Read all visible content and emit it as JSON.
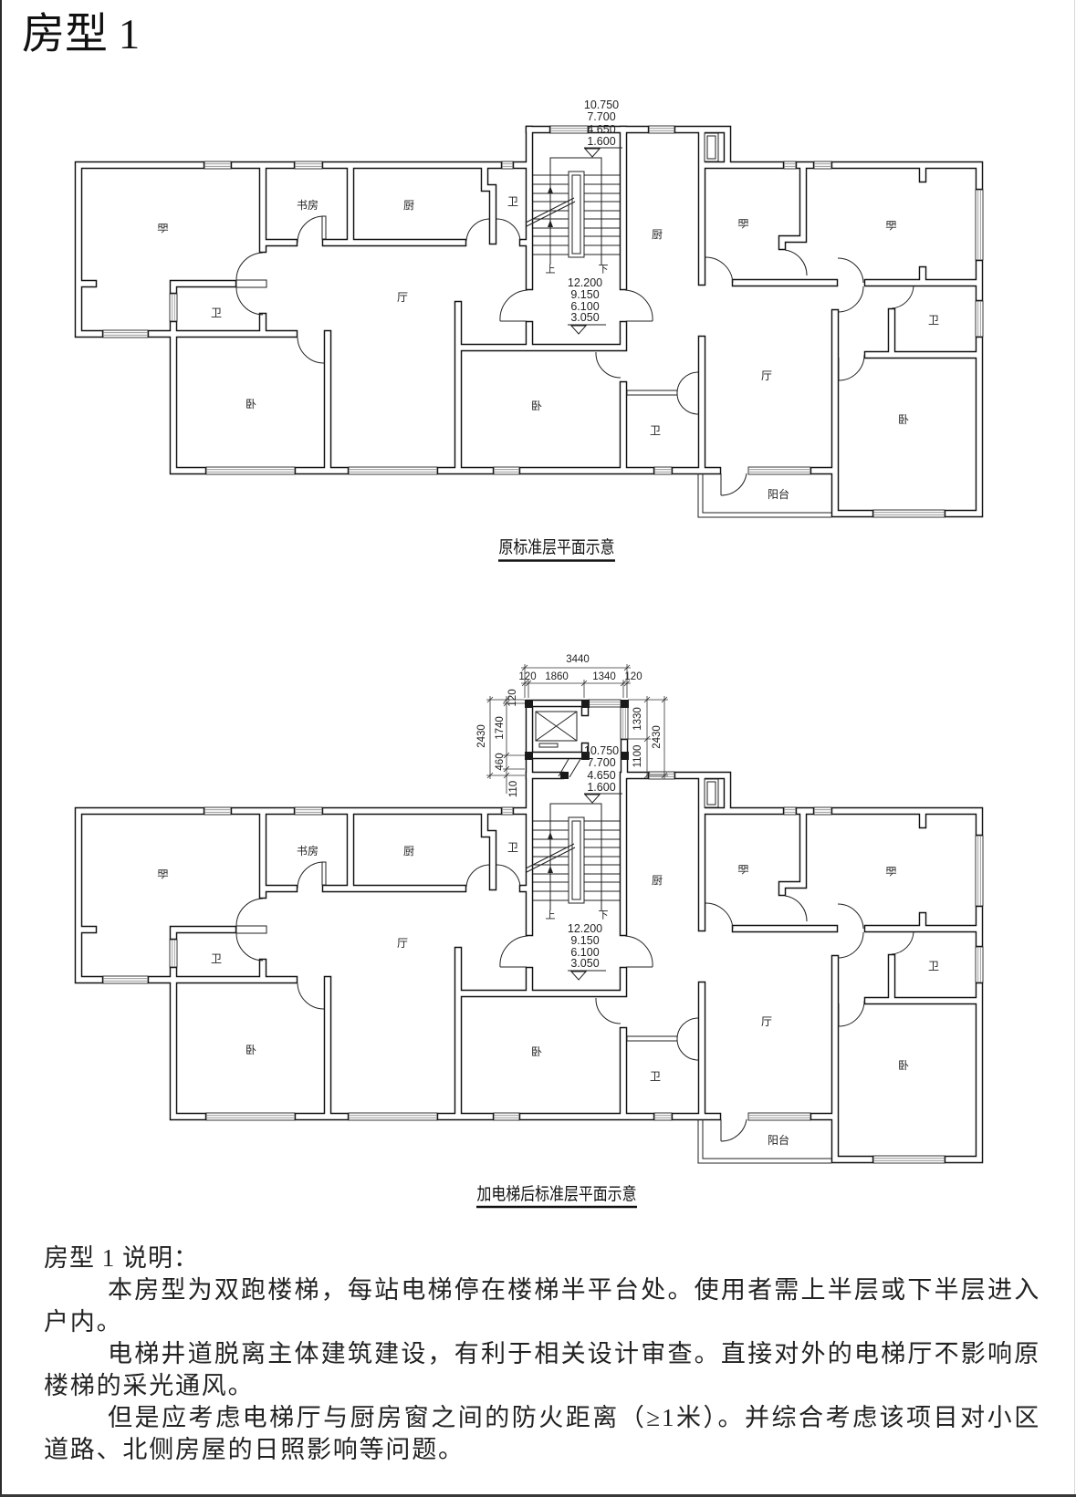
{
  "page": {
    "title": "房型 1"
  },
  "plan_original": {
    "caption": "原标准层平面示意",
    "rooms": [
      "卧",
      "书房",
      "厨",
      "卫",
      "厨",
      "卧",
      "卧",
      "卫",
      "厅",
      "卫",
      "卧",
      "卧",
      "厅",
      "卫",
      "卧",
      "阳台"
    ],
    "stair": {
      "up": "上",
      "down": "下"
    },
    "levels_top": [
      "10.750",
      "7.700",
      "4.650",
      "1.600"
    ],
    "levels_bottom": [
      "12.200",
      "9.150",
      "6.100",
      "3.050"
    ]
  },
  "plan_elevator": {
    "caption": "加电梯后标准层平面示意",
    "rooms": [
      "卧",
      "书房",
      "厨",
      "卫",
      "厨",
      "卧",
      "卧",
      "卫",
      "厅",
      "卫",
      "卧",
      "卧",
      "厅",
      "卫",
      "卧",
      "阳台"
    ],
    "stair": {
      "up": "上",
      "down": "下"
    },
    "levels_top": [
      "10.750",
      "7.700",
      "4.650",
      "1.600"
    ],
    "levels_bottom": [
      "12.200",
      "9.150",
      "6.100",
      "3.050"
    ],
    "dimensions": {
      "top_total": "3440",
      "top_segments": [
        "120",
        "1860",
        "1340",
        "120"
      ],
      "left_total": "2430",
      "left_segments": [
        "120",
        "1740",
        "460",
        "110"
      ],
      "right_total": "2430",
      "right_segments": [
        "1330",
        "1100"
      ]
    }
  },
  "notes": {
    "heading": "房型 1 说明：",
    "paragraphs": [
      "本房型为双跑楼梯，每站电梯停在楼梯半平台处。使用者需上半层或下半层进入户内。",
      "电梯井道脱离主体建筑建设，有利于相关设计审查。直接对外的电梯厅不影响原楼梯的采光通风。",
      "但是应考虑电梯厅与厨房窗之间的防火距离（≥1米）。并综合考虑该项目对小区道路、北侧房屋的日照影响等问题。"
    ]
  }
}
